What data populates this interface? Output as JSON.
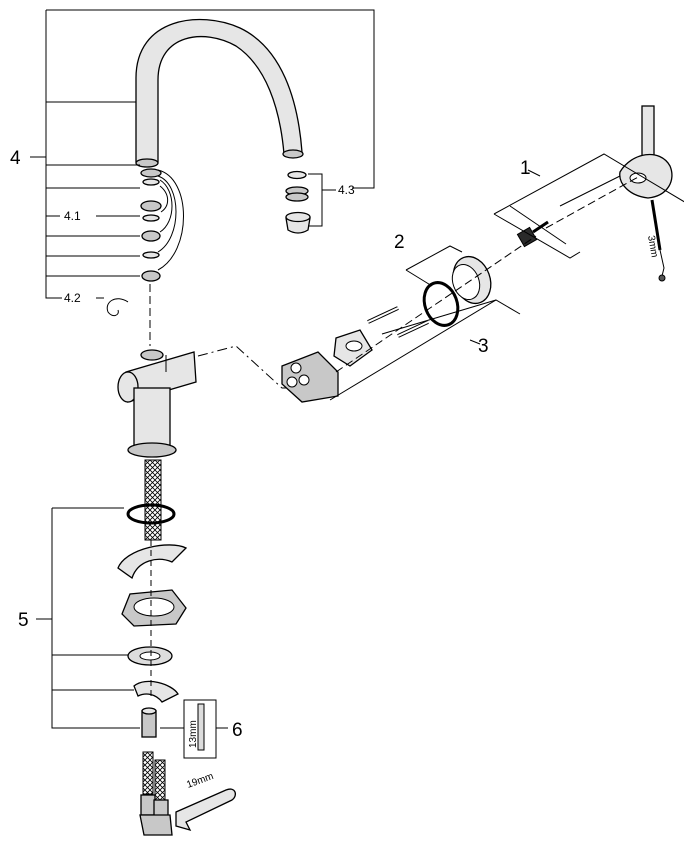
{
  "labels": {
    "p1": "1",
    "p2": "2",
    "p3": "3",
    "p4": "4",
    "p4_1": "4.1",
    "p4_2": "4.2",
    "p4_3": "4.3",
    "p5": "5",
    "p6": "6"
  },
  "dimensions": {
    "hex_key": "3mm",
    "wrench": "19mm",
    "spanner": "13mm"
  }
}
